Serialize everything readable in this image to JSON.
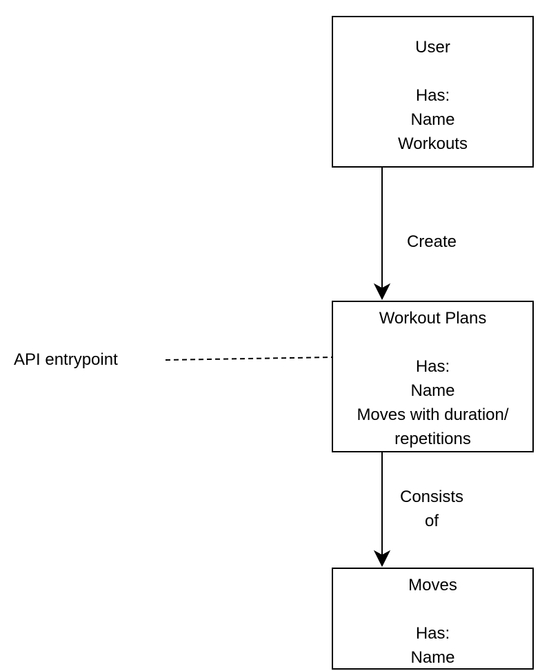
{
  "nodes": {
    "user": {
      "title": "User",
      "has_label": "Has:",
      "attributes": [
        "Name",
        "Workouts"
      ]
    },
    "workout_plans": {
      "title": "Workout Plans",
      "has_label": "Has:",
      "attributes": [
        "Name",
        "Moves with duration/",
        "repetitions"
      ]
    },
    "moves": {
      "title": "Moves",
      "has_label": "Has:",
      "attributes": [
        "Name"
      ]
    }
  },
  "edges": {
    "user_to_plans": {
      "label": "Create"
    },
    "plans_to_moves": {
      "label_lines": [
        "Consists",
        "of"
      ]
    }
  },
  "annotations": {
    "api_entrypoint": "API entrypoint"
  }
}
